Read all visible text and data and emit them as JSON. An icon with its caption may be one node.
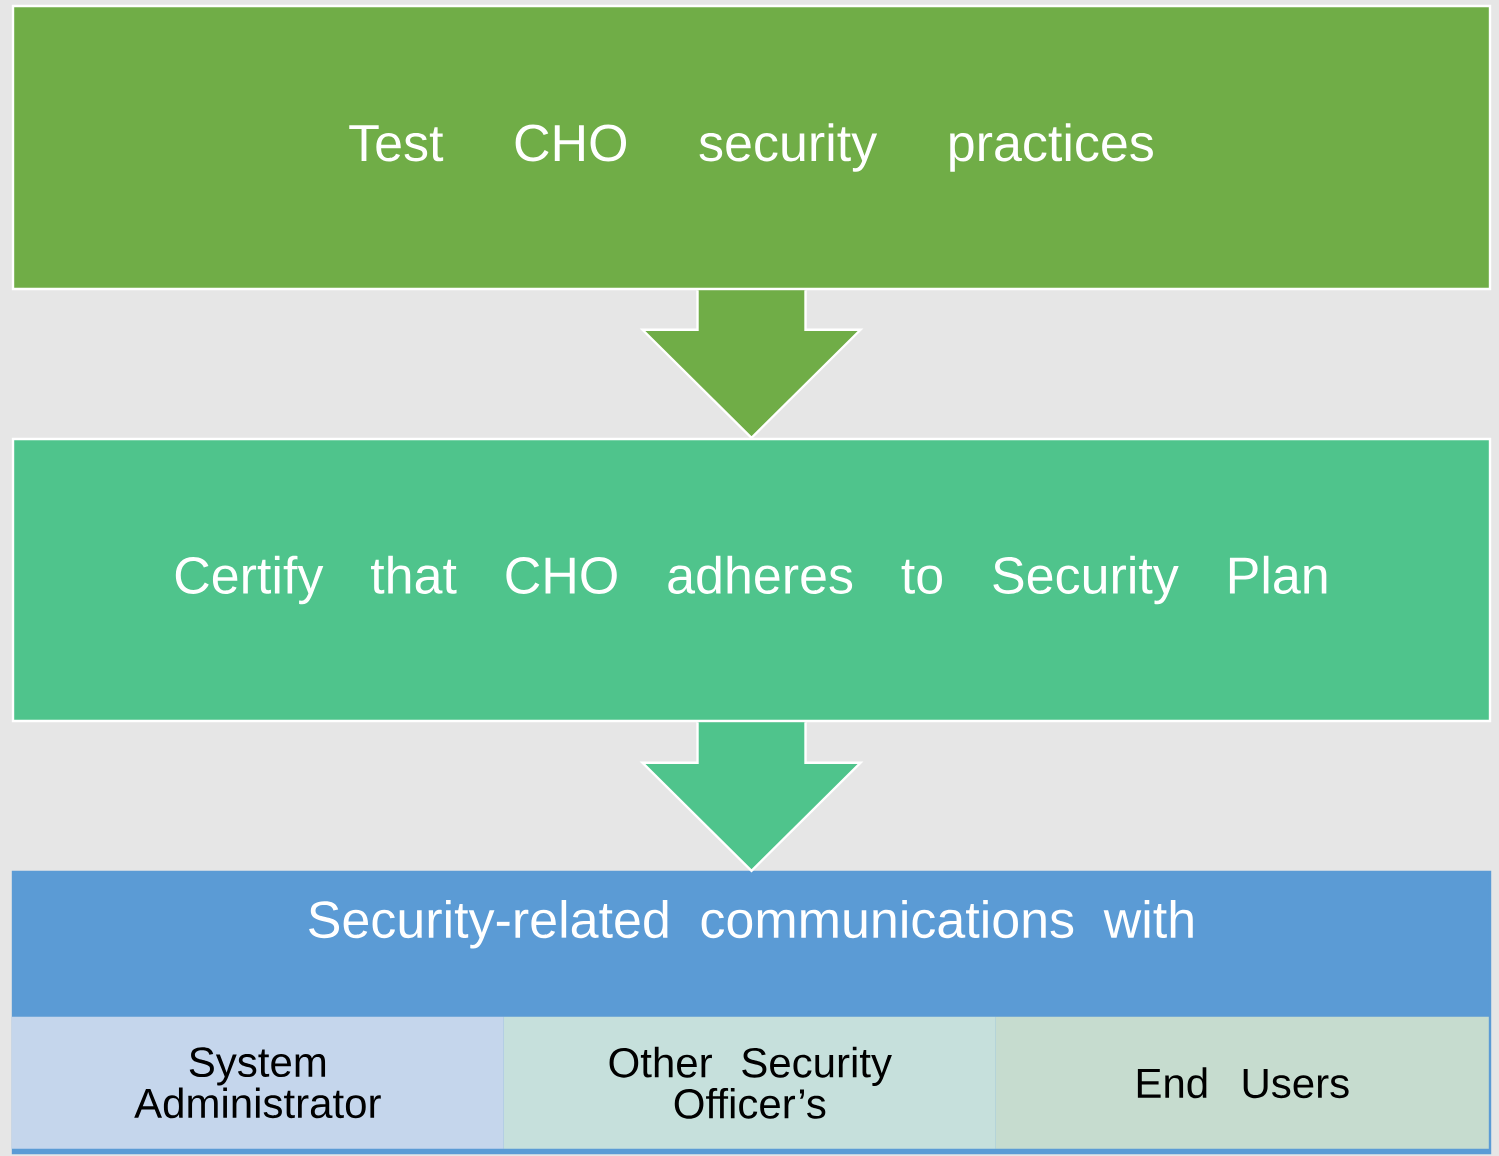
{
  "diagram": {
    "nodes": [
      {
        "text": [
          "Test CHO security practices"
        ]
      },
      {
        "text": [
          "Certify that CHO adheres to Security Plan"
        ]
      },
      {
        "text": [
          "Security-related communications with"
        ]
      },
      {
        "text": [
          "System Administrator"
        ],
        "in": 2
      },
      {
        "text": [
          "Other Security Officer’s"
        ],
        "in": 2
      },
      {
        "text": [
          "End Users"
        ],
        "in": 2
      }
    ],
    "edges": [
      {
        "from": 0,
        "to": 1,
        "arrow": "to",
        "color": "#70ad47"
      },
      {
        "from": 1,
        "to": 2,
        "arrow": "to",
        "color": "#4fc48c"
      }
    ]
  }
}
